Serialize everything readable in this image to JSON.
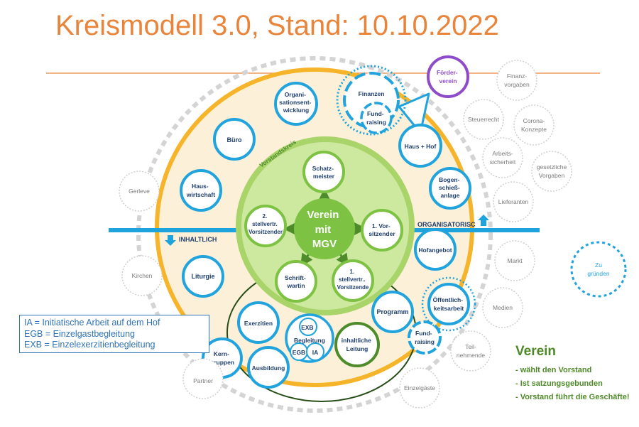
{
  "title": "Kreismodell 3.0, Stand: 10.10.2022",
  "colors": {
    "title": "#E9843B",
    "outer_ring": "#F6B42A",
    "outer_fill": "#FDF0D8",
    "inner_ring": "#A9D46A",
    "inner_fill": "#CDE89F",
    "center": "#7DC242",
    "axis": "#1FA3DC",
    "node_ring": "#21A3DD",
    "node_text": "#1F3F6F",
    "foerder": "#8E4CC9",
    "grey_ring": "#CFCFCF",
    "green_text": "#4F8A2A"
  },
  "nodes": {
    "organisation": [
      "Organi-",
      "sationsent-",
      "wicklung"
    ],
    "buero": [
      "Büro"
    ],
    "hauswirtschaft": [
      "Haus-",
      "wirtschaft"
    ],
    "liturgie": [
      "Liturgie"
    ],
    "exerzitien": [
      "Exerzitien"
    ],
    "ausbildung": [
      "Ausbildung"
    ],
    "kerngruppen": [
      "Kern-",
      "gruppen"
    ],
    "exb_group": [
      "EXB",
      "Begleitung"
    ],
    "egb": "EGB",
    "ia": "IA",
    "inhaltliche_leitung": [
      "inhaltliche",
      "Leitung"
    ],
    "programm": [
      "Programm"
    ],
    "fundraising_bottom": [
      "Fund-",
      "raising"
    ],
    "oeffentlichkeit": [
      "Öffentlich-",
      "keitsarbeit"
    ],
    "hofangebot": [
      "Hofangebot"
    ],
    "bogen": [
      "Bogen-",
      "schieß-",
      "anlage"
    ],
    "haus_hof": [
      "Haus  + Hof"
    ],
    "finanzen": [
      "Finanzen"
    ],
    "fundraising_top": [
      "Fund-",
      "raising"
    ],
    "foerderverein": [
      "Förder-",
      "verein"
    ]
  },
  "vorstand": {
    "label": "Vorstandskreis",
    "center": [
      "Verein",
      "mit",
      "MGV"
    ],
    "schatzmeister": [
      "Schatz-",
      "meister"
    ],
    "vorsitzender1": [
      "1. Vor-",
      "sitzender"
    ],
    "stellv1": [
      "1.",
      "stellvertr..",
      "Vorsitzende"
    ],
    "schriftwartin": [
      "Schrift-",
      "wartin"
    ],
    "stellv2": [
      "2.",
      "stellvertr.",
      "Vorsitzender"
    ]
  },
  "axis": {
    "left_label": "INHALTLICH",
    "right_label": "ORGANISATORISC"
  },
  "external": {
    "finanzvorgaben": [
      "Finanz-",
      "vorgaben"
    ],
    "steuerrecht": [
      "Steuerrecht"
    ],
    "corona": [
      "Corona-",
      "Konzepte"
    ],
    "arbeitssicherheit": [
      "Arbeits-",
      "sicherheit"
    ],
    "gesetzliche": [
      "gesetzliche",
      "Vorgaben"
    ],
    "lieferanten": [
      "Lieferanten"
    ],
    "markt": [
      "Markt"
    ],
    "medien": [
      "Medien"
    ],
    "teilnehmende": [
      "Teil-",
      "nehmende"
    ],
    "einzelgaeste": [
      "Einzelgäste"
    ],
    "partner": [
      "Partner"
    ],
    "kirchen": [
      "Kirchen"
    ],
    "gerleve": [
      "Gerleve"
    ],
    "zu_gruenden": [
      "Zu",
      "gründen"
    ]
  },
  "legend": [
    "IA = Initiatische  Arbeit auf dem Hof",
    "EGB = Einzelgastbegleitung",
    "EXB = Einzelexerzitienbegleitung"
  ],
  "verein_info": {
    "title": "Verein",
    "lines": [
      "- wählt den Vorstand",
      "- Ist satzungsgebunden",
      "- Vorstand führt die Geschäfte!"
    ]
  }
}
